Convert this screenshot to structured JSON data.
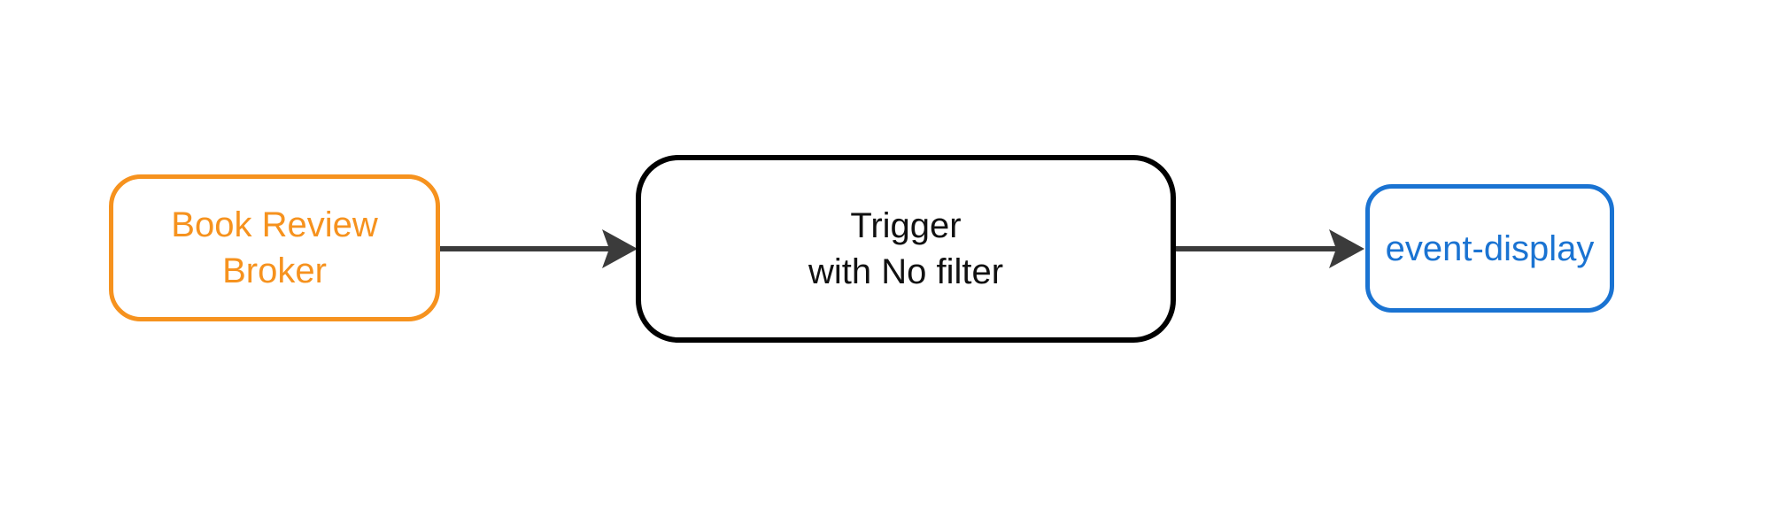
{
  "diagram": {
    "type": "flowchart-left-to-right",
    "background_color": "#ffffff",
    "nodes": [
      {
        "id": "book-review-broker",
        "label": "Book Review\nBroker",
        "border_color": "#F6921E",
        "text_color": "#F6921E"
      },
      {
        "id": "trigger",
        "label": "Trigger\nwith No filter",
        "border_color": "#000000",
        "text_color": "#111111"
      },
      {
        "id": "event-display",
        "label": "event-display",
        "border_color": "#1A73D2",
        "text_color": "#1A73D2"
      }
    ],
    "edges": [
      {
        "from": "book-review-broker",
        "to": "trigger",
        "color": "#3B3B3B"
      },
      {
        "from": "trigger",
        "to": "event-display",
        "color": "#3B3B3B"
      }
    ]
  }
}
